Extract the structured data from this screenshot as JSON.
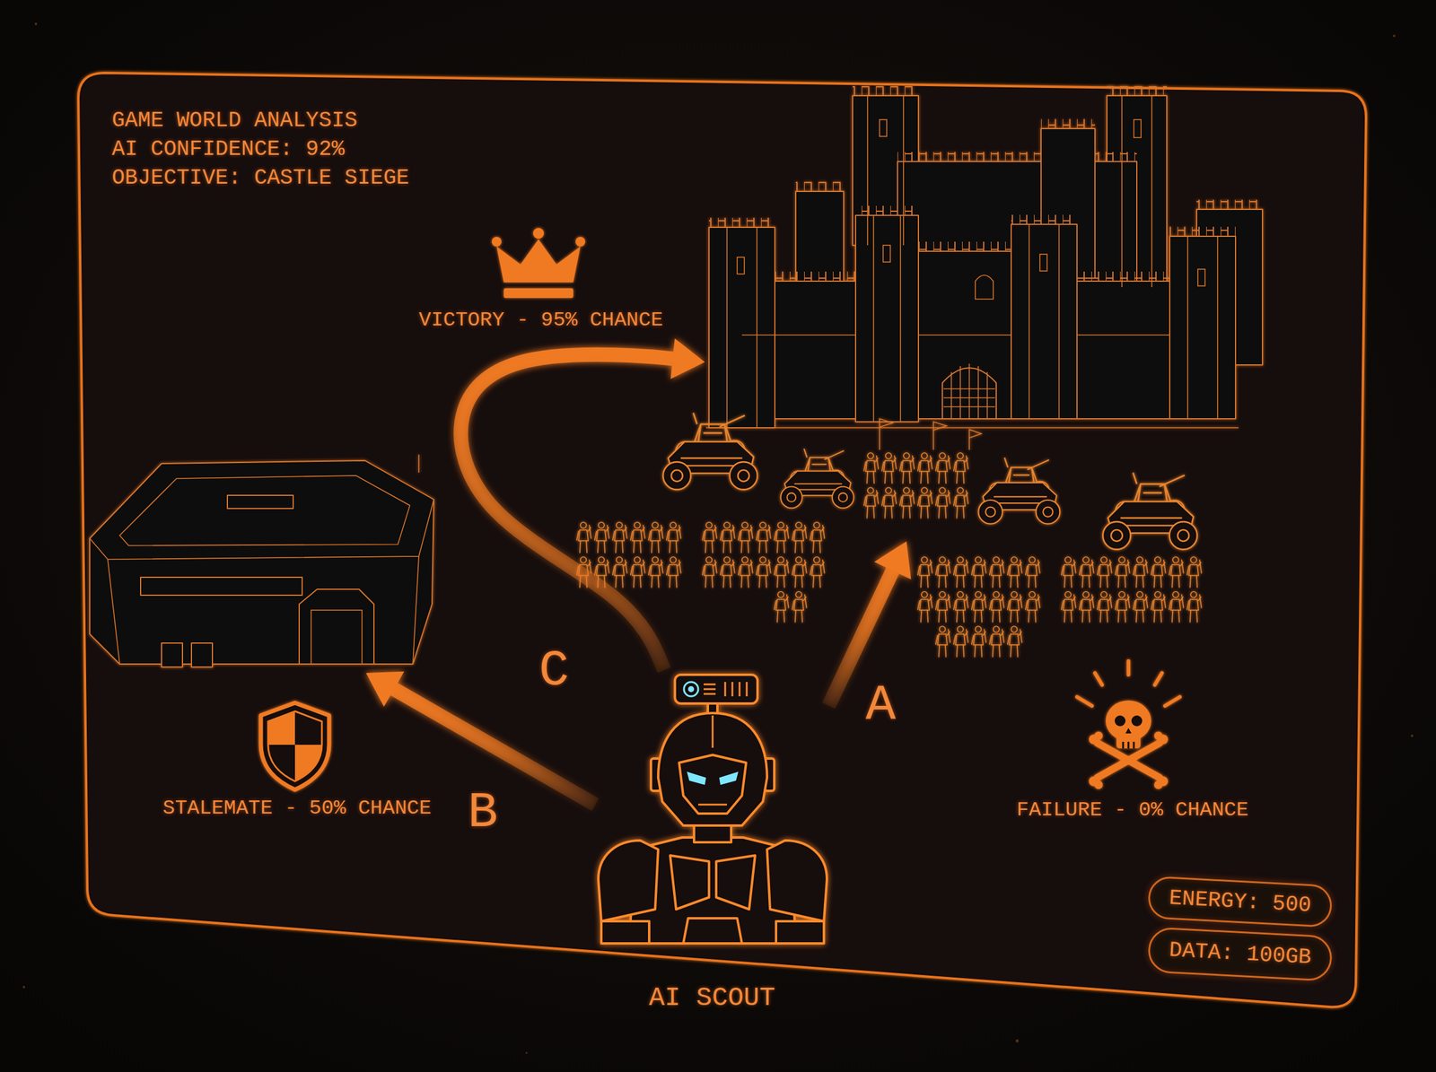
{
  "diagram": {
    "nodes": [
      {
        "text": [
          "VICTORY - 95% CHANCE"
        ]
      },
      {
        "text": [
          "STALEMATE - 50% CHANCE"
        ]
      },
      {
        "text": [
          "FAILURE - 0% CHANCE"
        ]
      },
      {
        "text": [
          "AI SCOUT"
        ]
      },
      {
        "text": [
          "ENERGY: 500"
        ]
      },
      {
        "text": [
          "DATA: 100GB"
        ]
      }
    ],
    "edges": [
      {
        "from": 3,
        "to": 2,
        "label": "A",
        "arrow": "to"
      },
      {
        "from": 3,
        "to": 1,
        "label": "B",
        "arrow": "to"
      },
      {
        "from": 3,
        "to": 0,
        "label": "C",
        "arrow": "to"
      }
    ],
    "labels": [
      "GAME WORLD ANALYSIS",
      "AI CONFIDENCE: 92%",
      "OBJECTIVE: CASTLE SIEGE"
    ]
  }
}
